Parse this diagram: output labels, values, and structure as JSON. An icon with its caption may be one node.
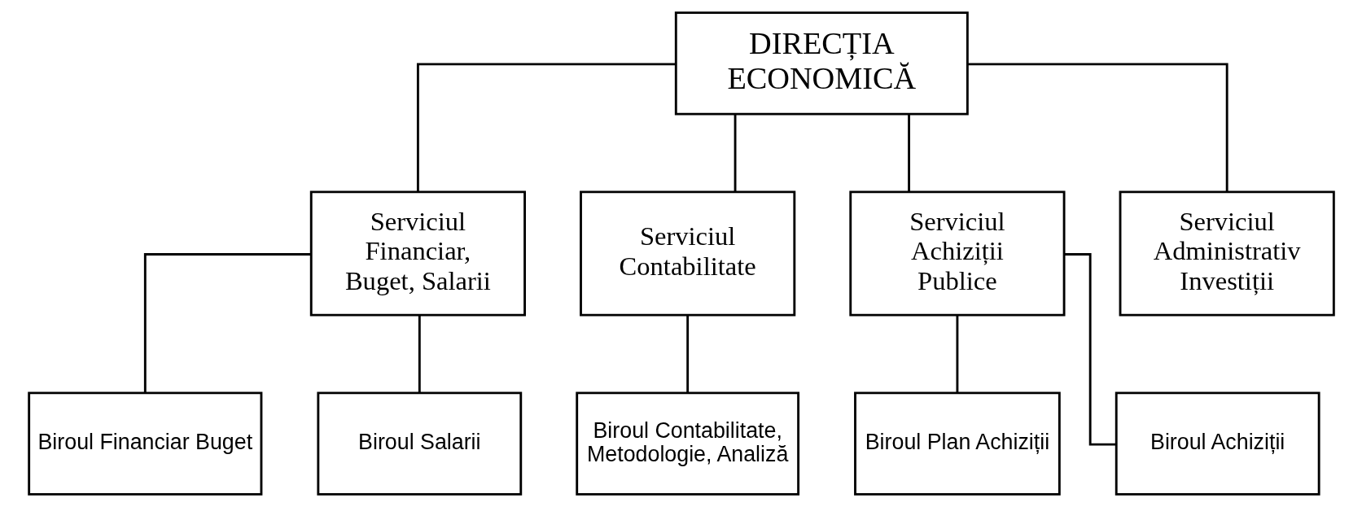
{
  "diagram": {
    "nodes": [
      {
        "text": [
          "DIRECȚIA ECONOMICĂ"
        ]
      },
      {
        "text": [
          "Serviciul Financiar, Buget, Salarii"
        ]
      },
      {
        "text": [
          "Serviciul Contabilitate"
        ]
      },
      {
        "text": [
          "Serviciul Achiziții Publice"
        ]
      },
      {
        "text": [
          "Serviciul Administrativ Investiții"
        ]
      },
      {
        "text": [
          "Biroul Financiar Buget"
        ]
      },
      {
        "text": [
          "Biroul Salarii"
        ]
      },
      {
        "text": [
          "Biroul Contabilitate, Metodologie, Analiză"
        ]
      },
      {
        "text": [
          "Biroul Plan Achiziții"
        ]
      },
      {
        "text": [
          "Biroul Achiziții"
        ]
      }
    ],
    "edges": [
      {
        "from": 0,
        "to": 1,
        "arrow": "none"
      },
      {
        "from": 0,
        "to": 2,
        "arrow": "none"
      },
      {
        "from": 0,
        "to": 3,
        "arrow": "none"
      },
      {
        "from": 0,
        "to": 4,
        "arrow": "none"
      },
      {
        "from": 1,
        "to": 5,
        "arrow": "none"
      },
      {
        "from": 1,
        "to": 6,
        "arrow": "none"
      },
      {
        "from": 2,
        "to": 7,
        "arrow": "none"
      },
      {
        "from": 3,
        "to": 8,
        "arrow": "none"
      },
      {
        "from": 3,
        "to": 9,
        "arrow": "none"
      }
    ]
  }
}
